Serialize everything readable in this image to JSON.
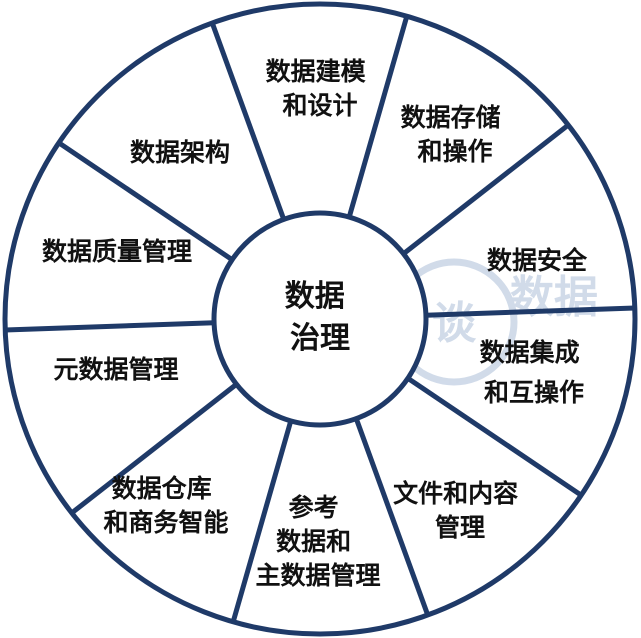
{
  "center": {
    "lines": [
      "数据",
      "治理"
    ]
  },
  "segments": [
    {
      "id": "modeling",
      "lines": [
        "数据建模",
        "和设计"
      ]
    },
    {
      "id": "storage",
      "lines": [
        "数据存储",
        "和操作"
      ]
    },
    {
      "id": "security",
      "lines": [
        "数据安全"
      ]
    },
    {
      "id": "integration",
      "lines": [
        "数据集成",
        "和互操作"
      ]
    },
    {
      "id": "document",
      "lines": [
        "文件和内容",
        "管理"
      ]
    },
    {
      "id": "reference",
      "lines": [
        "参考",
        "数据和",
        "主数据管理"
      ]
    },
    {
      "id": "warehouse",
      "lines": [
        "数据仓库",
        "和商务智能"
      ]
    },
    {
      "id": "metadata",
      "lines": [
        "元数据管理"
      ]
    },
    {
      "id": "quality",
      "lines": [
        "数据质量管理"
      ]
    },
    {
      "id": "architecture",
      "lines": [
        "数据架构"
      ]
    }
  ],
  "watermark": {
    "text": "数据",
    "glyph": "谈"
  },
  "colors": {
    "stroke": "#1f3a68",
    "text": "#111111",
    "watermark": "#c9d5e6",
    "background": "#ffffff"
  }
}
